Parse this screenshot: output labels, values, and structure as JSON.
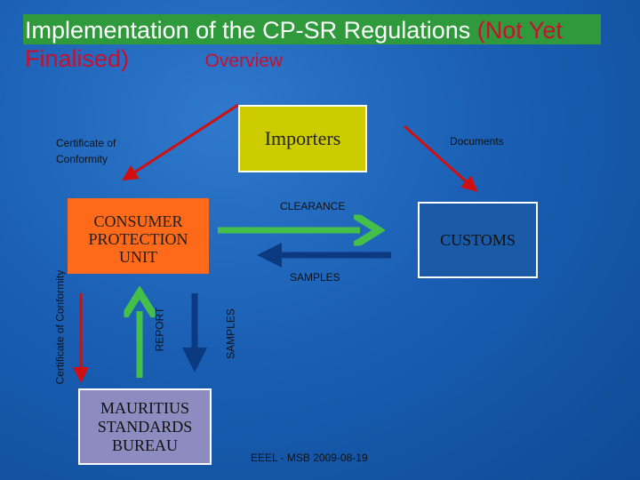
{
  "slide": {
    "title_main": "Implementation of the CP-SR Regulations",
    "title_red": "(Not Yet Finalised)",
    "title_overview": "Overview",
    "footer": "EEEL -  MSB  2009-08-19"
  },
  "nodes": {
    "importers": "Importers",
    "consumer_protection_unit": "CONSUMER PROTECTION UNIT",
    "customs": "CUSTOMS",
    "msb": "MAURITIUS STANDARDS BUREAU"
  },
  "labels": {
    "certificate_top": "Certificate of Conformity",
    "documents": "Documents",
    "clearance": "CLEARANCE",
    "samples_horizontal": "SAMPLES",
    "certificate_vertical": "Certificate of Conformity",
    "report": "REPORT",
    "samples_vertical": "SAMPLES"
  },
  "colors": {
    "background": "#1a5fb4",
    "title_bar": "#2f9a3c",
    "importers": "#cccc00",
    "consumer_protection_unit": "#ff6a1a",
    "customs": "#1b5aa6",
    "msb": "#8c8cc0",
    "arrow_red": "#d01010",
    "arrow_green": "#44c04a",
    "arrow_blue": "#0b3a80"
  }
}
